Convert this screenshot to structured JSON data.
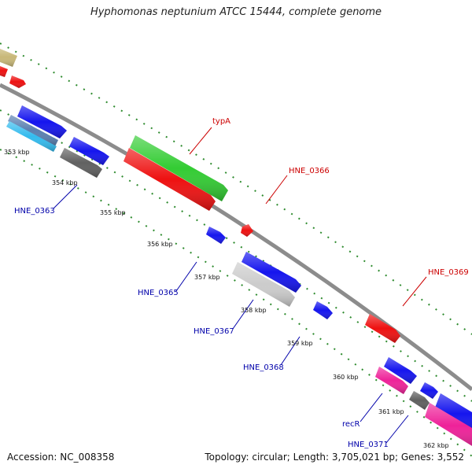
{
  "title": "Hyphomonas neptunium ATCC 15444, complete genome",
  "footer": {
    "accession": "Accession: NC_008358",
    "topology": "Topology: circular; Length: 3,705,021 bp; Genes: 3,552"
  },
  "kbp_labels": [
    "353 kbp",
    "354 kbp",
    "355 kbp",
    "356 kbp",
    "357 kbp",
    "358 kbp",
    "359 kbp",
    "360 kbp",
    "361 kbp",
    "362 kbp"
  ],
  "gene_labels": [
    {
      "id": "typA",
      "text": "typA",
      "color": "#cc0000"
    },
    {
      "id": "hne0366",
      "text": "HNE_0366",
      "color": "#cc0000"
    },
    {
      "id": "hne0369",
      "text": "HNE_0369",
      "color": "#cc0000"
    },
    {
      "id": "hne0363",
      "text": "HNE_0363",
      "color": "#0000aa"
    },
    {
      "id": "hne0365",
      "text": "HNE_0365",
      "color": "#0000aa"
    },
    {
      "id": "hne0367",
      "text": "HNE_0367",
      "color": "#0000aa"
    },
    {
      "id": "hne0368",
      "text": "HNE_0368",
      "color": "#0000aa"
    },
    {
      "id": "recR",
      "text": "recR",
      "color": "#0000aa"
    },
    {
      "id": "hne0371",
      "text": "HNE_0371",
      "color": "#0000aa"
    }
  ],
  "colors": {
    "backbone": "#8c8c8c",
    "tick": "#2e8b2e",
    "red_gene": "#ee1111",
    "blue_gene": "#1515ee",
    "green_gene": "#33cc33",
    "gray_gene": "#606060",
    "light_gray_gene": "#cccccc",
    "pink_gene": "#ee2299",
    "cyan_gene": "#33bbee",
    "khaki_gene": "#c8b878"
  }
}
